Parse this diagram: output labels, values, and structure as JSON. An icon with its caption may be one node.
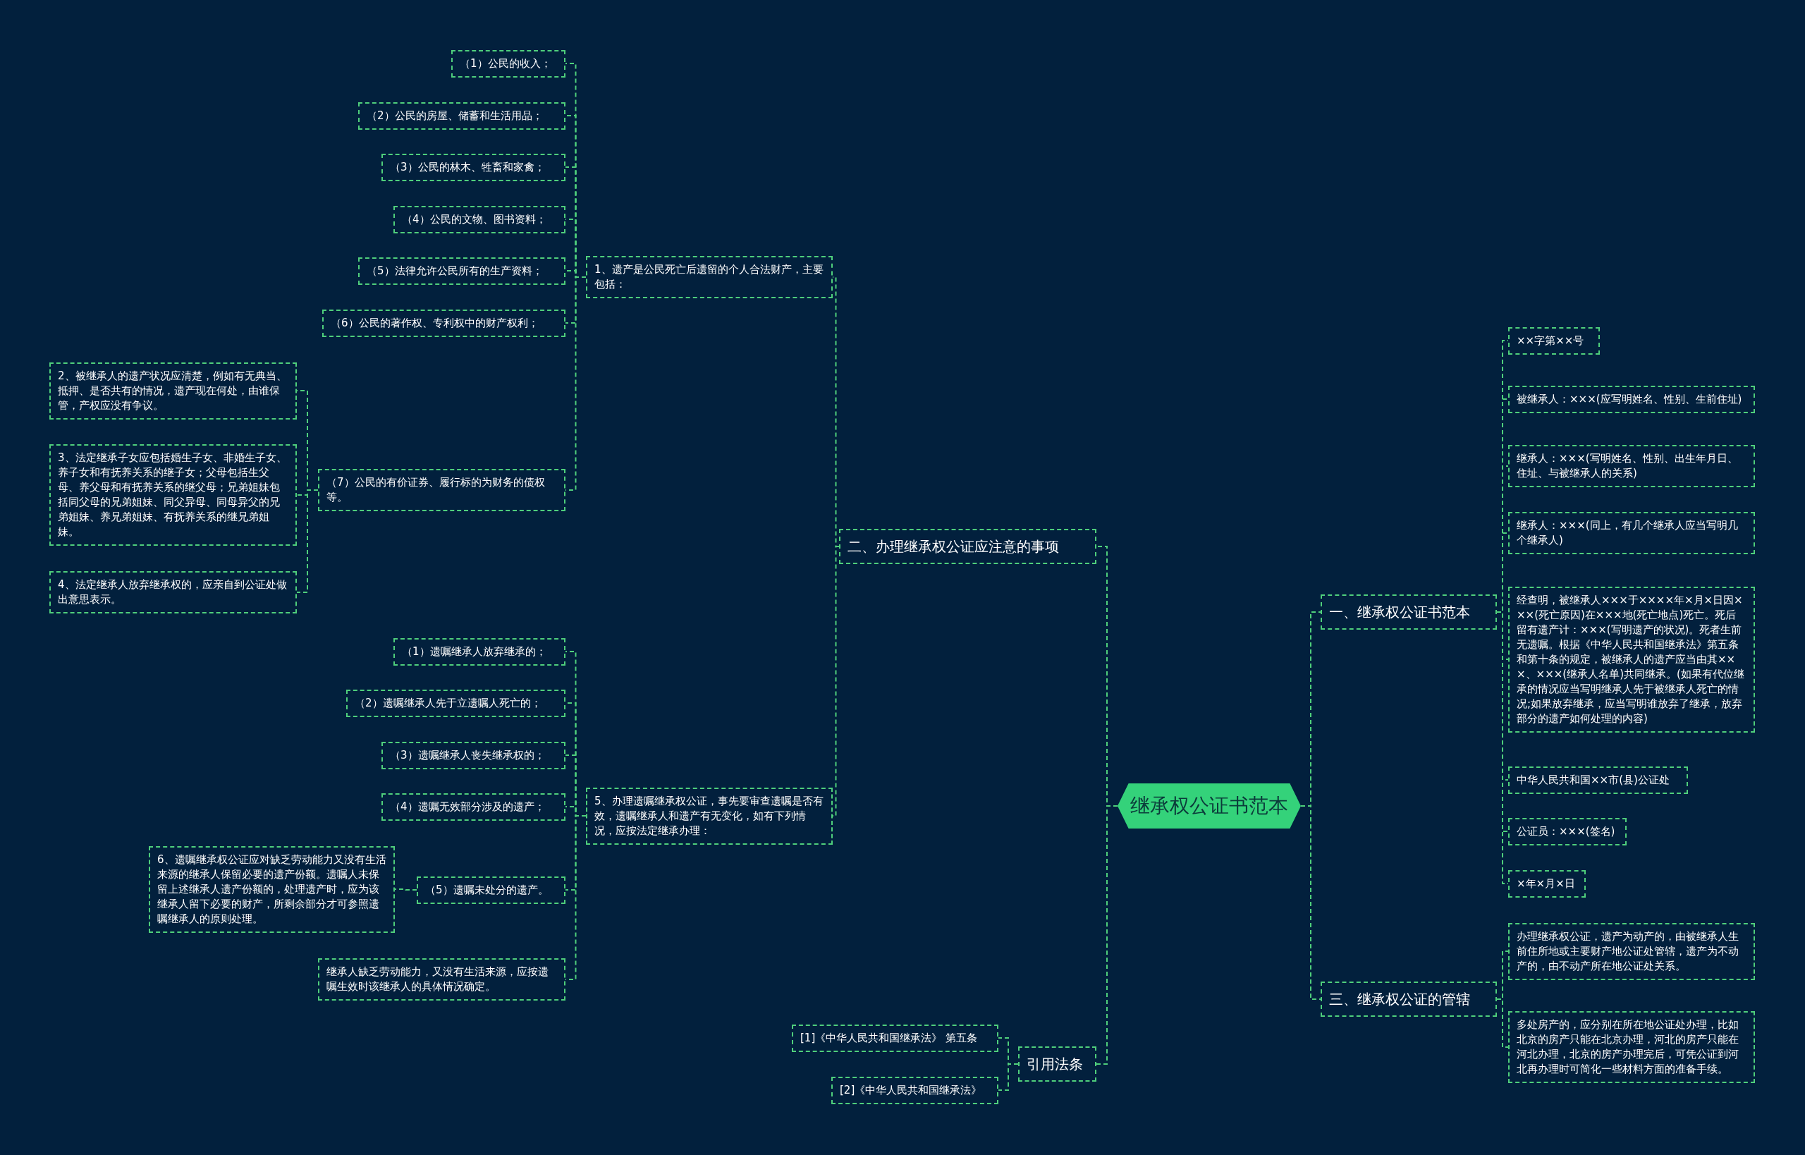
{
  "diagram": {
    "nodes": [
      {
        "text": [
          "继承权公证书范本"
        ]
      },
      {
        "text": [
          "一、继承权公证书范本"
        ]
      },
      {
        "text": [
          "××字第××号"
        ]
      },
      {
        "text": [
          "被继承人：×××(应写明姓名、性别、生前住址)"
        ]
      },
      {
        "text": [
          "继承人：×××(写明姓名、性别、出生年月日、住址、与被继承人的关系)"
        ]
      },
      {
        "text": [
          "继承人：×××(同上，有几个继承人应当写明几个继承人)"
        ]
      },
      {
        "text": [
          "经查明，被继承人×××于××××年×月×日因×××(死亡原因)在×××地(死亡地点)死亡。死后留有遗产计：×××(写明遗产的状况)。死者生前无遗嘱。根据《中华人民共和国继承法》第五条和第十条的规定，被继承人的遗产应当由其×××、×××(继承人名单)共同继承。(如果有代位继承的情况应当写明继承人先于被继承人死亡的情况;如果放弃继承，应当写明谁放弃了继承，放弃部分的遗产如何处理的内容)"
        ]
      },
      {
        "text": [
          "中华人民共和国××市(县)公证处"
        ]
      },
      {
        "text": [
          "公证员：×××(签名)"
        ]
      },
      {
        "text": [
          "×年×月×日"
        ]
      },
      {
        "text": [
          "三、继承权公证的管辖"
        ]
      },
      {
        "text": [
          "办理继承权公证，遗产为动产的，由被继承人生前住所地或主要财产地公证处管辖，遗产为不动产的，由不动产所在地公证处关系。"
        ]
      },
      {
        "text": [
          "多处房产的，应分别在所在地公证处办理，比如北京的房产只能在北京办理，河北的房产只能在河北办理，北京的房产办理完后，可凭公证到河北再办理时可简化一些材料方面的准备手续。"
        ]
      },
      {
        "text": [
          "二、办理继承权公证应注意的事项"
        ]
      },
      {
        "text": [
          "1、遗产是公民死亡后遗留的个人合法财产，主要包括："
        ]
      },
      {
        "text": [
          "（1）公民的收入；"
        ]
      },
      {
        "text": [
          "（2）公民的房屋、储蓄和生活用品；"
        ]
      },
      {
        "text": [
          "（3）公民的林木、牲畜和家禽；"
        ]
      },
      {
        "text": [
          "（4）公民的文物、图书资料；"
        ]
      },
      {
        "text": [
          "（5）法律允许公民所有的生产资料；"
        ]
      },
      {
        "text": [
          "（6）公民的著作权、专利权中的财产权利；"
        ]
      },
      {
        "text": [
          "（7）公民的有价证券、履行标的为财务的债权等。"
        ]
      },
      {
        "text": [
          "2、被继承人的遗产状况应清楚，例如有无典当、抵押、是否共有的情况，遗产现在何处，由谁保管，产权应没有争议。"
        ]
      },
      {
        "text": [
          "3、法定继承子女应包括婚生子女、非婚生子女、养子女和有抚养关系的继子女；父母包括生父母、养父母和有抚养关系的继父母；兄弟姐妹包括同父母的兄弟姐妹、同父异母、同母异父的兄弟姐妹、养兄弟姐妹、有抚养关系的继兄弟姐妹。"
        ]
      },
      {
        "text": [
          "4、法定继承人放弃继承权的，应亲自到公证处做出意思表示。"
        ]
      },
      {
        "text": [
          "5、办理遗嘱继承权公证，事先要审查遗嘱是否有效，遗嘱继承人和遗产有无变化，如有下列情况，应按法定继承办理："
        ]
      },
      {
        "text": [
          "（1）遗嘱继承人放弃继承的；"
        ]
      },
      {
        "text": [
          "（2）遗嘱继承人先于立遗嘱人死亡的；"
        ]
      },
      {
        "text": [
          "（3）遗嘱继承人丧失继承权的；"
        ]
      },
      {
        "text": [
          "（4）遗嘱无效部分涉及的遗产；"
        ]
      },
      {
        "text": [
          "（5）遗嘱未处分的遗产。"
        ]
      },
      {
        "text": [
          "6、遗嘱继承权公证应对缺乏劳动能力又没有生活来源的继承人保留必要的遗产份额。遗嘱人未保留上述继承人遗产份额的，处理遗产时，应为该继承人留下必要的财产，所剩余部分才可参照遗嘱继承人的原则处理。"
        ]
      },
      {
        "text": [
          "继承人缺乏劳动能力，又没有生活来源，应按遗嘱生效时该继承人的具体情况确定。"
        ]
      },
      {
        "text": [
          "引用法条"
        ]
      },
      {
        "text": [
          "[1]《中华人民共和国继承法》 第五条"
        ]
      },
      {
        "text": [
          "[2]《中华人民共和国继承法》"
        ]
      }
    ],
    "edges": [
      {
        "from": 0,
        "to": 1,
        "arrow": "none"
      },
      {
        "from": 1,
        "to": 2,
        "arrow": "none"
      },
      {
        "from": 1,
        "to": 3,
        "arrow": "none"
      },
      {
        "from": 1,
        "to": 4,
        "arrow": "none"
      },
      {
        "from": 1,
        "to": 5,
        "arrow": "none"
      },
      {
        "from": 1,
        "to": 6,
        "arrow": "none"
      },
      {
        "from": 1,
        "to": 7,
        "arrow": "none"
      },
      {
        "from": 1,
        "to": 8,
        "arrow": "none"
      },
      {
        "from": 1,
        "to": 9,
        "arrow": "none"
      },
      {
        "from": 0,
        "to": 10,
        "arrow": "none"
      },
      {
        "from": 10,
        "to": 11,
        "arrow": "none"
      },
      {
        "from": 10,
        "to": 12,
        "arrow": "none"
      },
      {
        "from": 0,
        "to": 13,
        "arrow": "none"
      },
      {
        "from": 13,
        "to": 14,
        "arrow": "none"
      },
      {
        "from": 14,
        "to": 15,
        "arrow": "none"
      },
      {
        "from": 14,
        "to": 16,
        "arrow": "none"
      },
      {
        "from": 14,
        "to": 17,
        "arrow": "none"
      },
      {
        "from": 14,
        "to": 18,
        "arrow": "none"
      },
      {
        "from": 14,
        "to": 19,
        "arrow": "none"
      },
      {
        "from": 14,
        "to": 20,
        "arrow": "none"
      },
      {
        "from": 14,
        "to": 21,
        "arrow": "none"
      },
      {
        "from": 21,
        "to": 22,
        "arrow": "none"
      },
      {
        "from": 21,
        "to": 23,
        "arrow": "none"
      },
      {
        "from": 21,
        "to": 24,
        "arrow": "none"
      },
      {
        "from": 13,
        "to": 25,
        "arrow": "none"
      },
      {
        "from": 25,
        "to": 26,
        "arrow": "none"
      },
      {
        "from": 25,
        "to": 27,
        "arrow": "none"
      },
      {
        "from": 25,
        "to": 28,
        "arrow": "none"
      },
      {
        "from": 25,
        "to": 29,
        "arrow": "none"
      },
      {
        "from": 25,
        "to": 30,
        "arrow": "none"
      },
      {
        "from": 30,
        "to": 31,
        "arrow": "none"
      },
      {
        "from": 25,
        "to": 32,
        "arrow": "none"
      },
      {
        "from": 0,
        "to": 33,
        "arrow": "none"
      },
      {
        "from": 33,
        "to": 34,
        "arrow": "none"
      },
      {
        "from": 33,
        "to": 35,
        "arrow": "none"
      }
    ]
  }
}
